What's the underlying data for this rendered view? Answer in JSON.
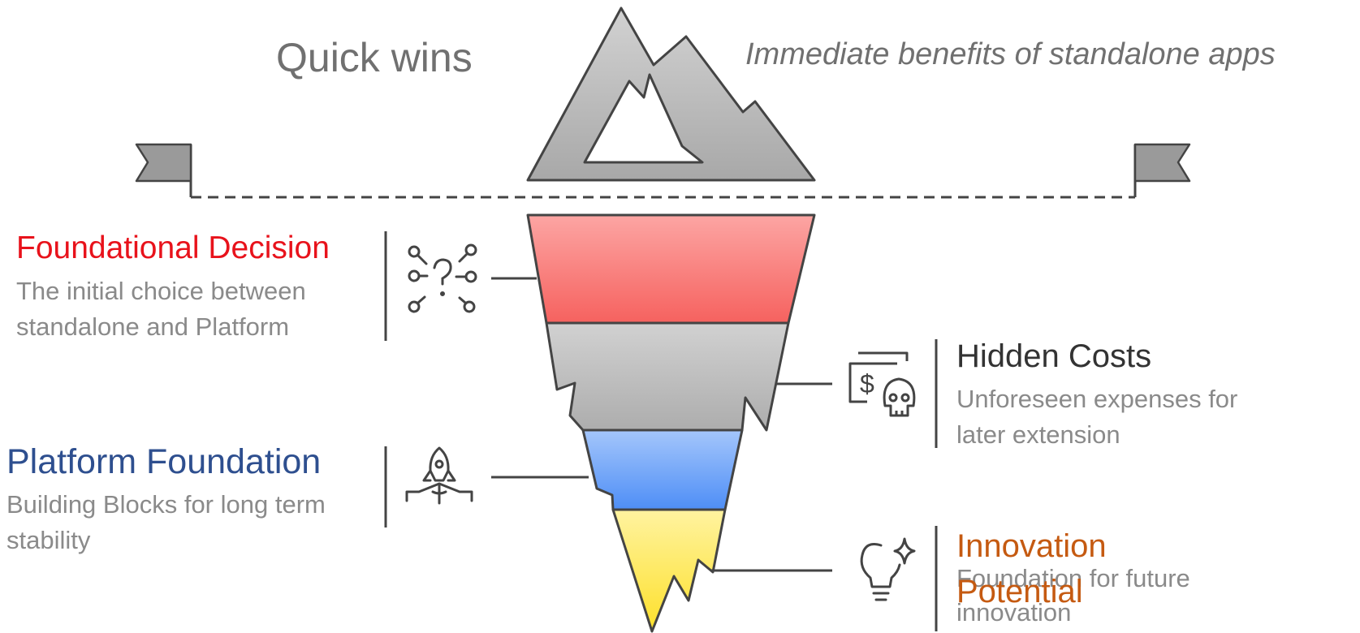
{
  "top": {
    "title": "Quick wins",
    "subtitle": "Immediate benefits of standalone apps"
  },
  "items": {
    "foundational": {
      "title": "Foundational Decision",
      "description": "The initial choice between standalone and Platform",
      "color": "#e8121b",
      "icon": "decision-network-icon",
      "layer_color": "#f96f6d"
    },
    "hidden_costs": {
      "title": "Hidden Costs",
      "description": "Unforeseen expenses for later extension",
      "color": "#333333",
      "icon": "money-skull-icon",
      "layer_color": "#b9b9b9"
    },
    "platform": {
      "title": "Platform Foundation",
      "description": "Building Blocks for long term stability",
      "color": "#2e4f8f",
      "icon": "rocket-launch-icon",
      "layer_color": "#4f8ff7"
    },
    "innovation": {
      "title": "Innovation Potential",
      "description": "Foundation for future innovation",
      "color": "#c55a11",
      "icon": "lightbulb-sparkle-icon",
      "layer_color": "#fbe032"
    }
  },
  "colors": {
    "outline": "#444444",
    "mountain": "#b5b5b5",
    "flag": "#9a9a9a",
    "muted_text": "#8a8a8a",
    "heading_gray": "#707070"
  }
}
